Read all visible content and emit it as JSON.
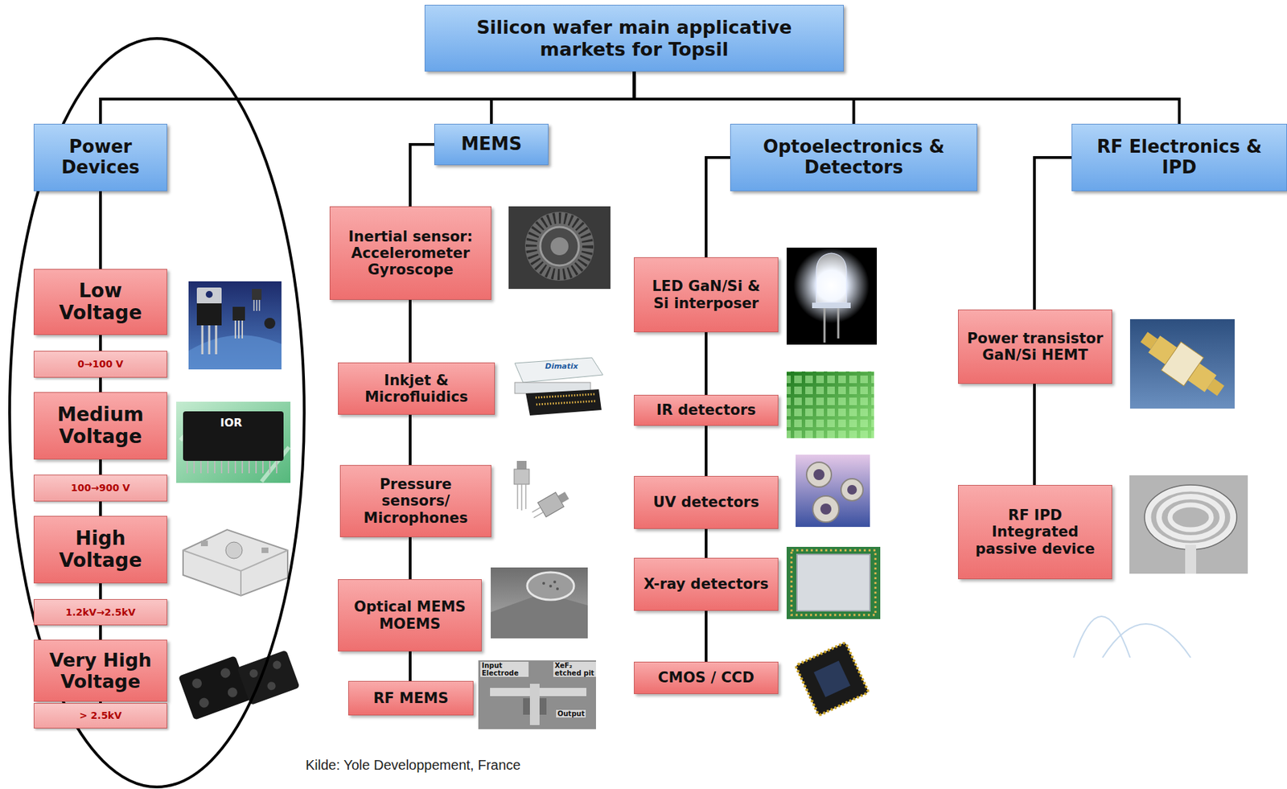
{
  "diagram": {
    "caption": "Kilde: Yole Developpement, France",
    "nodes": [
      {
        "text": [
          "Silicon wafer main applicative markets for Topsil"
        ]
      },
      {
        "text": [
          "Power Devices"
        ]
      },
      {
        "text": [
          "Low Voltage"
        ]
      },
      {
        "text": [
          "0→100 V"
        ]
      },
      {
        "text": [
          "Medium Voltage"
        ]
      },
      {
        "text": [
          "100→900 V"
        ]
      },
      {
        "text": [
          "High Voltage"
        ]
      },
      {
        "text": [
          "1.2kV→2.5kV"
        ]
      },
      {
        "text": [
          "Very High Voltage"
        ]
      },
      {
        "text": [
          "> 2.5kV"
        ]
      },
      {
        "text": [
          "MEMS"
        ]
      },
      {
        "text": [
          "Inertial sensor: Accelerometer Gyroscope"
        ]
      },
      {
        "text": [
          "Inkjet & Microfluidics"
        ]
      },
      {
        "text": [
          "Pressure sensors/ Microphones"
        ]
      },
      {
        "text": [
          "Optical MEMS MOEMS"
        ]
      },
      {
        "text": [
          "RF MEMS"
        ]
      },
      {
        "text": [
          "Optoelectronics & Detectors"
        ]
      },
      {
        "text": [
          "LED GaN/Si & Si interposer"
        ]
      },
      {
        "text": [
          "IR detectors"
        ]
      },
      {
        "text": [
          "UV detectors"
        ]
      },
      {
        "text": [
          "X-ray detectors"
        ]
      },
      {
        "text": [
          "CMOS / CCD"
        ]
      },
      {
        "text": [
          "RF Electronics & IPD"
        ]
      },
      {
        "text": [
          "Power transistor GaN/Si HEMT"
        ]
      },
      {
        "text": [
          "RF IPD Integrated passive device"
        ]
      }
    ],
    "edges": [
      {
        "from": 0,
        "to": 1,
        "arrow": "none"
      },
      {
        "from": 0,
        "to": 10,
        "arrow": "none"
      },
      {
        "from": 0,
        "to": 16,
        "arrow": "none"
      },
      {
        "from": 0,
        "to": 22,
        "arrow": "none"
      },
      {
        "from": 1,
        "to": 2,
        "arrow": "none"
      },
      {
        "from": 2,
        "to": 3,
        "arrow": "none"
      },
      {
        "from": 3,
        "to": 4,
        "arrow": "none"
      },
      {
        "from": 4,
        "to": 5,
        "arrow": "none"
      },
      {
        "from": 5,
        "to": 6,
        "arrow": "none"
      },
      {
        "from": 6,
        "to": 7,
        "arrow": "none"
      },
      {
        "from": 7,
        "to": 8,
        "arrow": "none"
      },
      {
        "from": 8,
        "to": 9,
        "arrow": "none"
      },
      {
        "from": 10,
        "to": 11,
        "arrow": "none"
      },
      {
        "from": 11,
        "to": 12,
        "arrow": "none"
      },
      {
        "from": 12,
        "to": 13,
        "arrow": "none"
      },
      {
        "from": 13,
        "to": 14,
        "arrow": "none"
      },
      {
        "from": 14,
        "to": 15,
        "arrow": "none"
      },
      {
        "from": 16,
        "to": 17,
        "arrow": "none"
      },
      {
        "from": 17,
        "to": 18,
        "arrow": "none"
      },
      {
        "from": 18,
        "to": 19,
        "arrow": "none"
      },
      {
        "from": 19,
        "to": 20,
        "arrow": "none"
      },
      {
        "from": 20,
        "to": 21,
        "arrow": "none"
      },
      {
        "from": 22,
        "to": 23,
        "arrow": "none"
      },
      {
        "from": 23,
        "to": 24,
        "arrow": "none"
      }
    ],
    "labels": [
      "IOR",
      "Dimatix",
      "Input Electrode",
      "XeF₂ etched pit",
      "Output"
    ]
  }
}
